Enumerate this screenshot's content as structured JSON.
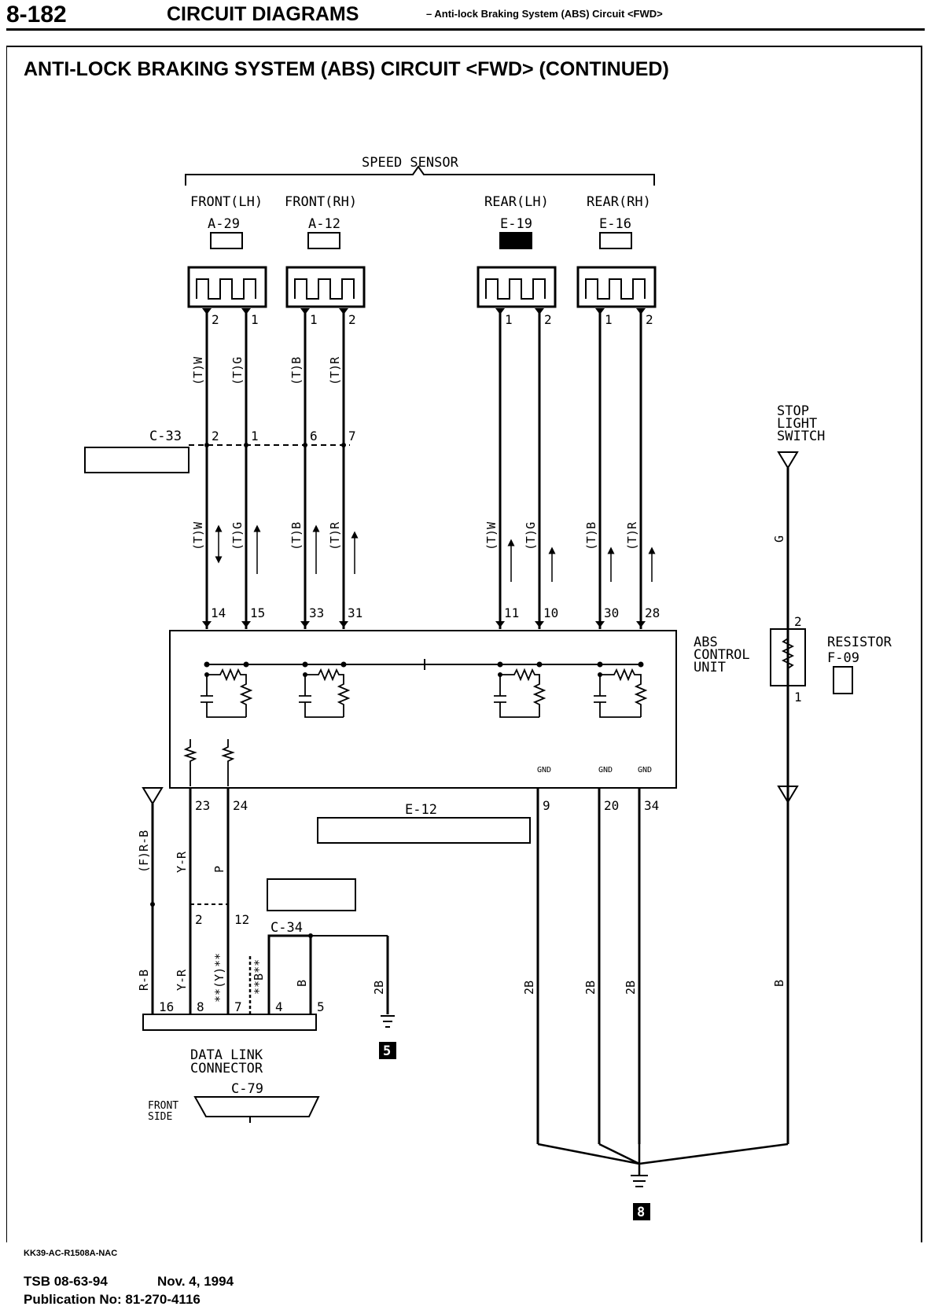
{
  "header": {
    "page_number": "8-182",
    "section": "CIRCUIT DIAGRAMS",
    "subtitle": "– Anti-lock Braking System (ABS) Circuit <FWD>"
  },
  "title": "ANTI-LOCK BRAKING SYSTEM (ABS) CIRCUIT <FWD> (CONTINUED)",
  "speed_sensor": {
    "group_label": "SPEED SENSOR",
    "sensors": [
      {
        "position": "FRONT(LH)",
        "connector": "A-29",
        "pins": [
          "2",
          "1"
        ],
        "wires": [
          "(T)W",
          "(T)G"
        ],
        "c33_pins": [
          "2",
          "1"
        ],
        "ecu_pins": [
          "14",
          "15"
        ]
      },
      {
        "position": "FRONT(RH)",
        "connector": "A-12",
        "pins": [
          "1",
          "2"
        ],
        "wires": [
          "(T)B",
          "(T)R"
        ],
        "c33_pins": [
          "6",
          "7"
        ],
        "ecu_pins": [
          "33",
          "31"
        ]
      },
      {
        "position": "REAR(LH)",
        "connector": "E-19",
        "pins": [
          "1",
          "2"
        ],
        "wires": [
          "(T)W",
          "(T)G"
        ],
        "ecu_pins": [
          "11",
          "10"
        ]
      },
      {
        "position": "REAR(RH)",
        "connector": "E-16",
        "pins": [
          "1",
          "2"
        ],
        "wires": [
          "(T)B",
          "(T)R"
        ],
        "ecu_pins": [
          "30",
          "28"
        ]
      }
    ]
  },
  "connectors": {
    "c33": "C-33",
    "c34": "C-34",
    "c79": "C-79",
    "e12": "E-12",
    "f09": "F-09",
    "c34_pins": [
      "2",
      "12"
    ]
  },
  "abs_unit": {
    "label_lines": [
      "ABS",
      "CONTROL",
      "UNIT"
    ],
    "gnd": "GND",
    "bottom_pins": [
      "23",
      "24",
      "9",
      "20",
      "34"
    ]
  },
  "stop_light_switch": {
    "label_lines": [
      "STOP",
      "LIGHT",
      "SWITCH"
    ],
    "wire": "G",
    "wire_lower": "B"
  },
  "resistor": {
    "label": "RESISTOR",
    "pins": [
      "2",
      "1"
    ]
  },
  "lower_wires": {
    "rb_upper": "(F)R-B",
    "yr_upper": "Y-R",
    "p_upper": "P",
    "rb": "R-B",
    "yr": "Y-R",
    "y_note": "**(Y)**",
    "b_note": "**B**",
    "b": "B",
    "b2": "2B",
    "gnd_2b": "2B"
  },
  "data_link": {
    "label_lines": [
      "DATA LINK",
      "CONNECTOR"
    ],
    "pins": [
      "16",
      "8",
      "7",
      "4",
      "5"
    ],
    "front_side": [
      "FRONT",
      "SIDE"
    ]
  },
  "ground_points": [
    "5",
    "8"
  ],
  "footer": {
    "doc_code": "KK39-AC-R1508A-NAC",
    "tsb": "TSB 08-63-94",
    "date": "Nov. 4, 1994",
    "publication": "Publication No: 81-270-4116"
  }
}
